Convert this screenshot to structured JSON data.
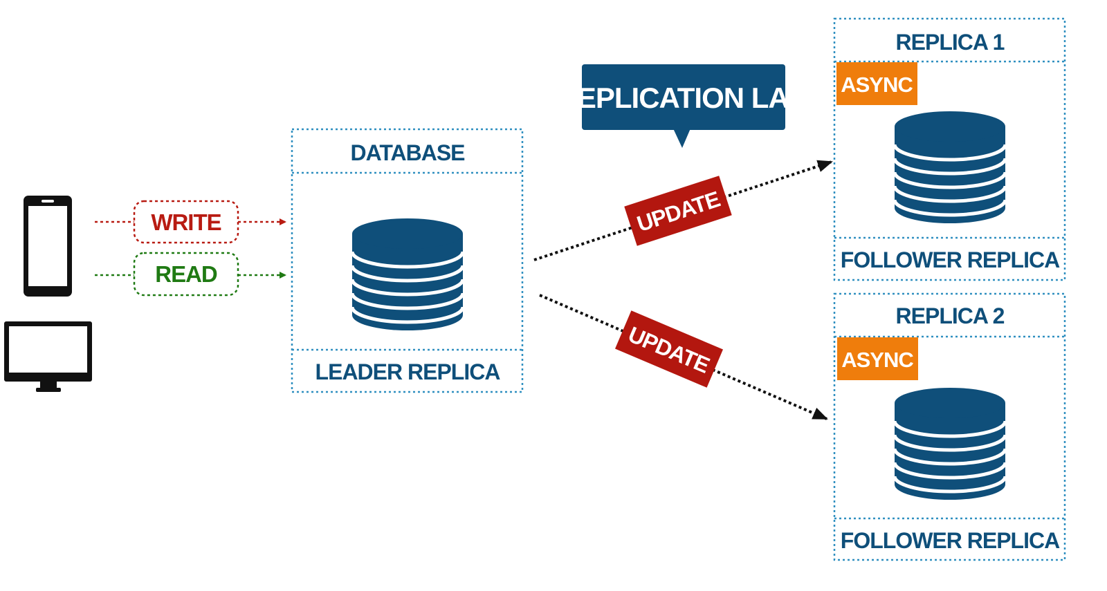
{
  "colors": {
    "navy": "#0f4f7a",
    "write_red": "#b81b12",
    "read_green": "#1f7a13",
    "update_red": "#b3170f",
    "async_orange": "#ef7d0c",
    "border_blue": "#2f8fc0",
    "device_black": "#111111"
  },
  "icons": {
    "client_phone": "smartphone-icon",
    "client_desktop": "desktop-monitor-icon",
    "database": "database-cylinder-icon"
  },
  "client": {
    "write_label": "WRITE",
    "read_label": "READ"
  },
  "leader": {
    "title": "DATABASE",
    "footer": "LEADER REPLICA"
  },
  "lag_callout": {
    "text": "REPLICATION LAG"
  },
  "updates": [
    {
      "label": "UPDATE"
    },
    {
      "label": "UPDATE"
    }
  ],
  "replicas": [
    {
      "title": "REPLICA 1",
      "mode": "ASYNC",
      "footer": "FOLLOWER REPLICA"
    },
    {
      "title": "REPLICA 2",
      "mode": "ASYNC",
      "footer": "FOLLOWER REPLICA"
    }
  ]
}
